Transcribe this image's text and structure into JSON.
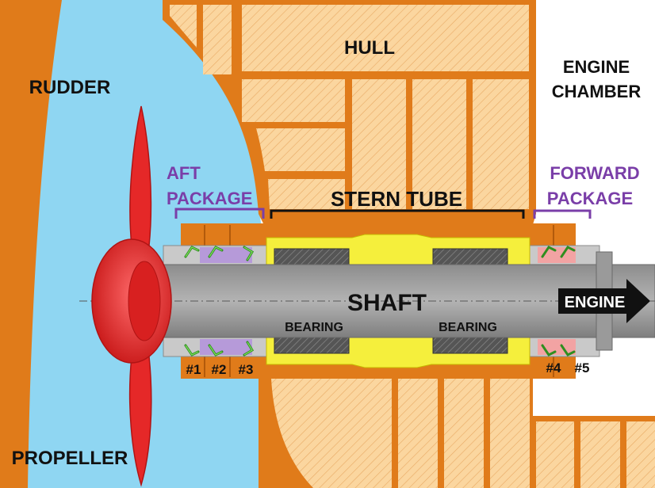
{
  "labels": {
    "hull": "HULL",
    "rudder": "RUDDER",
    "engine_chamber_line1": "ENGINE",
    "engine_chamber_line2": "CHAMBER",
    "aft_package_line1": "AFT",
    "aft_package_line2": "PACKAGE",
    "forward_package_line1": "FORWARD",
    "forward_package_line2": "PACKAGE",
    "stern_tube": "STERN TUBE",
    "shaft": "SHAFT",
    "engine": "ENGINE",
    "bearing_left": "BEARING",
    "bearing_right": "BEARING",
    "propeller": "PROPELLER",
    "seal_1": "#1",
    "seal_2": "#2",
    "seal_3": "#3",
    "seal_4": "#4",
    "seal_5": "#5"
  },
  "colors": {
    "water": "#8fd6f2",
    "hull_orange": "#e07b1a",
    "hull_panel": "#fbd69f",
    "shaft": "#a0a0a0",
    "propeller": "#e52828",
    "bearing": "#555555",
    "lubricant": "#f5ef3c",
    "seal": "#56c83a",
    "aft_insert": "#b69ad9",
    "forward_insert": "#f2a3a3",
    "package_label": "#7a3ea8",
    "bracket": "#111111",
    "text": "#111111"
  }
}
